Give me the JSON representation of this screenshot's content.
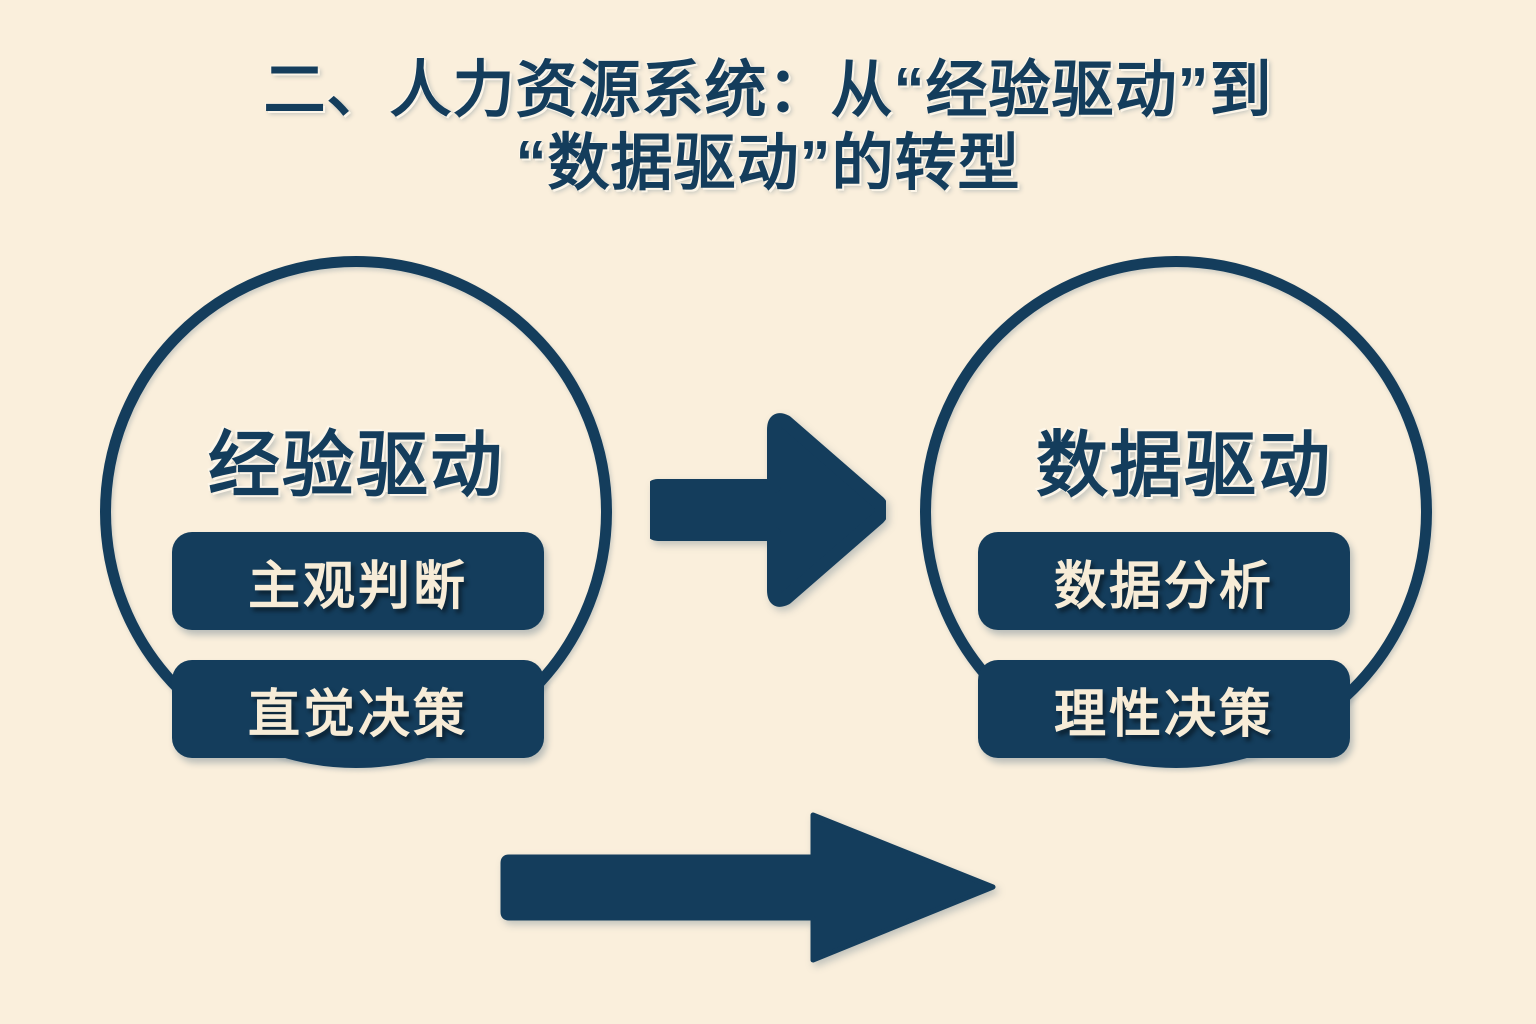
{
  "slide": {
    "background_color": "#faefdc",
    "accent_color": "#143d5c",
    "light_text_color": "#f7ecd7"
  },
  "title": {
    "line1": "二、人力资源系统：从“经验驱动”到",
    "line2": "“数据驱动”的转型",
    "full": "二、人力资源系统：从“经验驱动”到“数据驱动”的转型"
  },
  "left_circle": {
    "heading": "经验驱动",
    "pills": [
      {
        "label": "主观判断"
      },
      {
        "label": "直觉决策"
      }
    ]
  },
  "right_circle": {
    "heading": "数据驱动",
    "pills": [
      {
        "label": "数据分析"
      },
      {
        "label": "理性决策"
      }
    ]
  },
  "arrows": {
    "middle": {
      "icon": "arrow-right-icon",
      "direction": "right"
    },
    "bottom": {
      "icon": "arrow-right-icon",
      "direction": "right"
    }
  }
}
